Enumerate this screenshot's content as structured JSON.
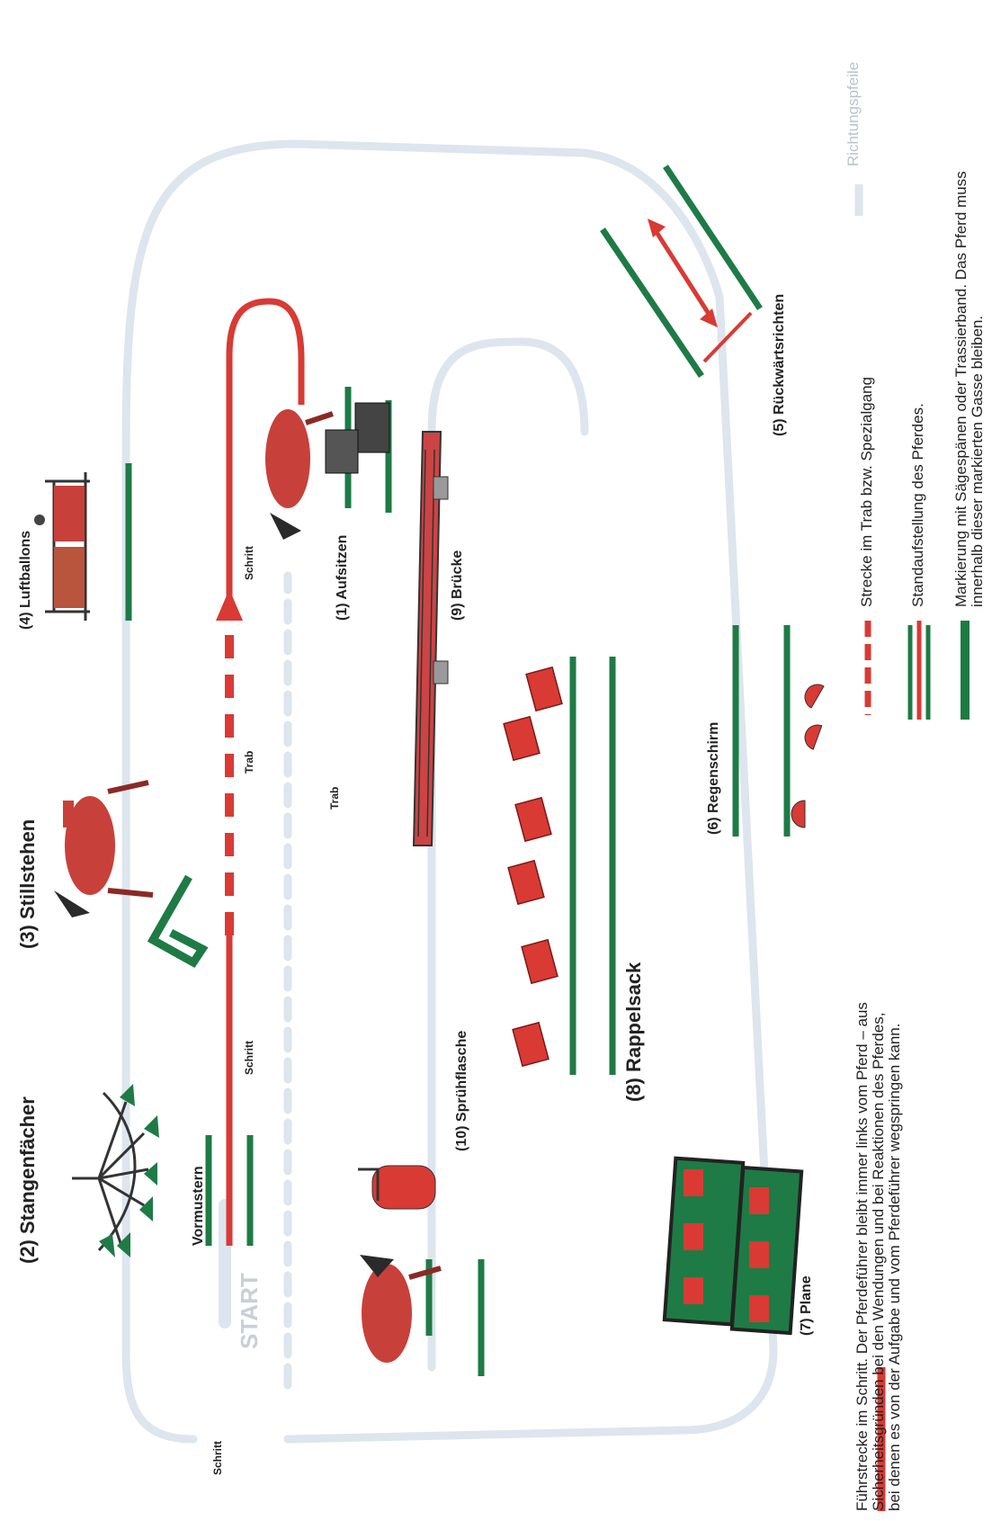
{
  "stations": {
    "s1": "(1) Aufsitzen",
    "s2": "(2) Stangenfächer",
    "s3": "(3) Stillstehen",
    "s4": "(4) Luftballons",
    "s5": "(5) Rückwärtsrichten",
    "s6": "(6) Regenschirm",
    "s7": "(7) Plane",
    "s8": "(8) Rappelsack",
    "s9": "(9) Brücke",
    "s10": "(10) Sprühflasche",
    "vormustern": "Vormustern"
  },
  "gaits": {
    "schritt": "Schritt",
    "trab": "Trab",
    "start": "START"
  },
  "legend": {
    "richtungspfeile": "Richtungspfeile",
    "trab_strecke": "Strecke im Trab bzw. Spezialgang",
    "standaufstellung": "Standaufstellung des Pferdes.",
    "markierung_line1": "Markierung mit Sägespänen oder Trassierband. Das Pferd muss",
    "markierung_line2": "innerhalb dieser markierten Gasse bleiben.",
    "fuehr_line1": "Führstrecke im Schritt. Der Pferdeführer bleibt immer links vom Pferd – aus",
    "fuehr_line2": "Sicherheitsgründen bei den Wendungen und bei Reaktionen des Pferdes,",
    "fuehr_line3": "bei denen es von der Aufgabe und vom Pferdeführer wegspringen kann."
  },
  "colors": {
    "red": "#d93a34",
    "green": "#1e7b45",
    "route": "#dde5ee",
    "dark": "#2a2a2a"
  }
}
